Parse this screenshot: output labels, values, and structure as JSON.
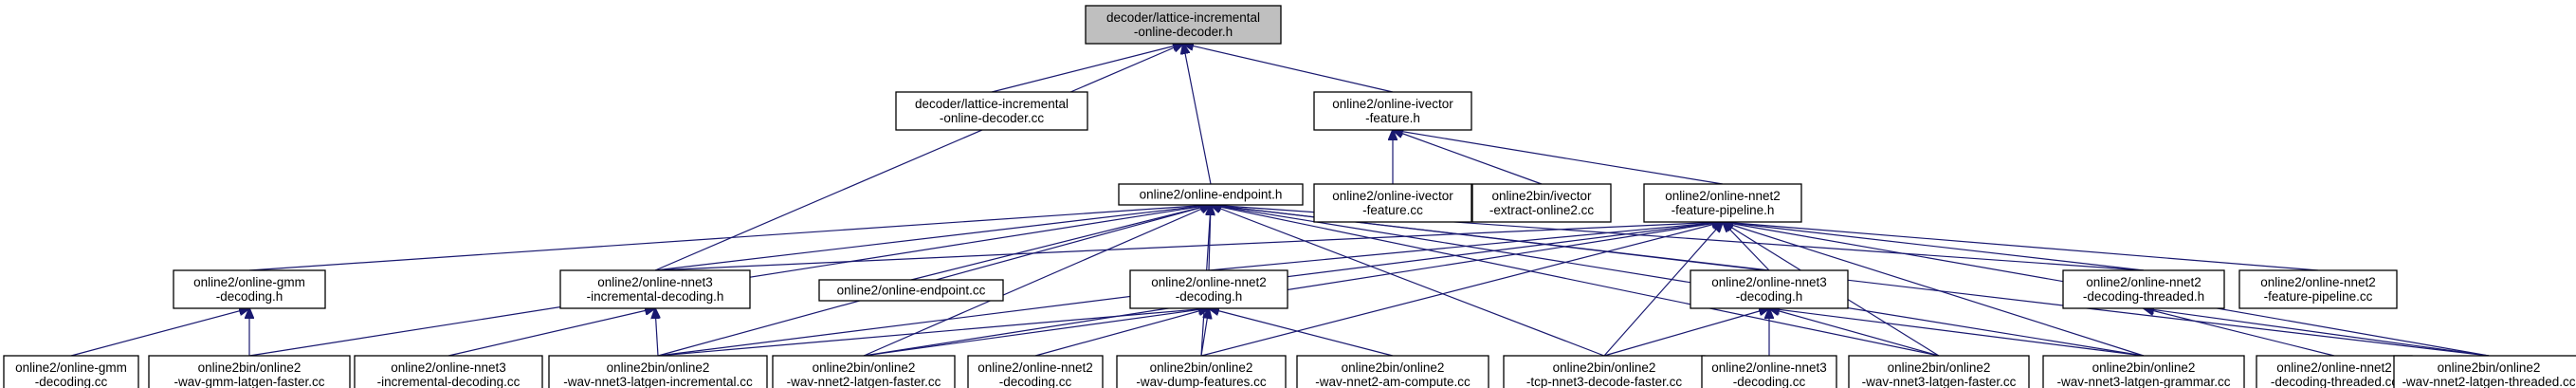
{
  "diagram": {
    "edge_color": "#191970",
    "root_fill": "#bfbfbf",
    "nodes": [
      {
        "id": "root",
        "lines": [
          "decoder/lattice-incremental",
          "-online-decoder.h"
        ],
        "root": true
      },
      {
        "id": "n_lat_cc",
        "lines": [
          "decoder/lattice-incremental",
          "-online-decoder.cc"
        ]
      },
      {
        "id": "n_ivec_h",
        "lines": [
          "online2/online-ivector",
          "-feature.h"
        ]
      },
      {
        "id": "n_endpoint_h",
        "lines": [
          "online2/online-endpoint.h"
        ]
      },
      {
        "id": "n_ivec_cc",
        "lines": [
          "online2/online-ivector",
          "-feature.cc"
        ]
      },
      {
        "id": "n_ivec_extract",
        "lines": [
          "online2bin/ivector",
          "-extract-online2.cc"
        ]
      },
      {
        "id": "n_featpipe_h",
        "lines": [
          "online2/online-nnet2",
          "-feature-pipeline.h"
        ]
      },
      {
        "id": "n_gmm_h",
        "lines": [
          "online2/online-gmm",
          "-decoding.h"
        ]
      },
      {
        "id": "n_nnet3inc_h",
        "lines": [
          "online2/online-nnet3",
          "-incremental-decoding.h"
        ]
      },
      {
        "id": "n_endpoint_cc",
        "lines": [
          "online2/online-endpoint.cc"
        ]
      },
      {
        "id": "n_nnet2dec_h",
        "lines": [
          "online2/online-nnet2",
          "-decoding.h"
        ]
      },
      {
        "id": "n_nnet3dec_h",
        "lines": [
          "online2/online-nnet3",
          "-decoding.h"
        ]
      },
      {
        "id": "n_nnet2thr_h",
        "lines": [
          "online2/online-nnet2",
          "-decoding-threaded.h"
        ]
      },
      {
        "id": "n_featpipe_cc",
        "lines": [
          "online2/online-nnet2",
          "-feature-pipeline.cc"
        ]
      },
      {
        "id": "n_gmm_cc",
        "lines": [
          "online2/online-gmm",
          "-decoding.cc"
        ]
      },
      {
        "id": "n_gmm_faster",
        "lines": [
          "online2bin/online2",
          "-wav-gmm-latgen-faster.cc"
        ]
      },
      {
        "id": "n_nnet3inc_cc",
        "lines": [
          "online2/online-nnet3",
          "-incremental-decoding.cc"
        ]
      },
      {
        "id": "n_nnet3_latinc",
        "lines": [
          "online2bin/online2",
          "-wav-nnet3-latgen-incremental.cc"
        ]
      },
      {
        "id": "n_nnet2_faster",
        "lines": [
          "online2bin/online2",
          "-wav-nnet2-latgen-faster.cc"
        ]
      },
      {
        "id": "n_nnet2dec_cc",
        "lines": [
          "online2/online-nnet2",
          "-decoding.cc"
        ]
      },
      {
        "id": "n_dumpfeat",
        "lines": [
          "online2bin/online2",
          "-wav-dump-features.cc"
        ]
      },
      {
        "id": "n_amcompute",
        "lines": [
          "online2bin/online2",
          "-wav-nnet2-am-compute.cc"
        ]
      },
      {
        "id": "n_tcp",
        "lines": [
          "online2bin/online2",
          "-tcp-nnet3-decode-faster.cc"
        ]
      },
      {
        "id": "n_nnet3dec_cc",
        "lines": [
          "online2/online-nnet3",
          "-decoding.cc"
        ]
      },
      {
        "id": "n_nnet3_faster",
        "lines": [
          "online2bin/online2",
          "-wav-nnet3-latgen-faster.cc"
        ]
      },
      {
        "id": "n_grammar",
        "lines": [
          "online2bin/online2",
          "-wav-nnet3-latgen-grammar.cc"
        ]
      },
      {
        "id": "n_nnet2thr_cc",
        "lines": [
          "online2/online-nnet2",
          "-decoding-threaded.cc"
        ]
      },
      {
        "id": "n_nnet2_threaded",
        "lines": [
          "online2bin/online2",
          "-wav-nnet2-latgen-threaded.cc"
        ]
      }
    ],
    "edges": [
      [
        "n_lat_cc",
        "root"
      ],
      [
        "n_ivec_h",
        "root"
      ],
      [
        "n_endpoint_h",
        "root"
      ],
      [
        "n_nnet3inc_h",
        "root"
      ],
      [
        "n_ivec_cc",
        "n_ivec_h"
      ],
      [
        "n_ivec_extract",
        "n_ivec_h"
      ],
      [
        "n_featpipe_h",
        "n_ivec_h"
      ],
      [
        "n_gmm_h",
        "n_endpoint_h"
      ],
      [
        "n_nnet3inc_h",
        "n_endpoint_h"
      ],
      [
        "n_endpoint_cc",
        "n_endpoint_h"
      ],
      [
        "n_nnet2dec_h",
        "n_endpoint_h"
      ],
      [
        "n_nnet3dec_h",
        "n_endpoint_h"
      ],
      [
        "n_nnet2thr_h",
        "n_endpoint_h"
      ],
      [
        "n_gmm_faster",
        "n_endpoint_h"
      ],
      [
        "n_nnet3_latinc",
        "n_endpoint_h"
      ],
      [
        "n_nnet2_faster",
        "n_endpoint_h"
      ],
      [
        "n_dumpfeat",
        "n_endpoint_h"
      ],
      [
        "n_tcp",
        "n_endpoint_h"
      ],
      [
        "n_nnet3_faster",
        "n_endpoint_h"
      ],
      [
        "n_grammar",
        "n_endpoint_h"
      ],
      [
        "n_nnet2_threaded",
        "n_endpoint_h"
      ],
      [
        "n_nnet3inc_h",
        "n_featpipe_h"
      ],
      [
        "n_nnet2dec_h",
        "n_featpipe_h"
      ],
      [
        "n_nnet3dec_h",
        "n_featpipe_h"
      ],
      [
        "n_nnet2thr_h",
        "n_featpipe_h"
      ],
      [
        "n_featpipe_cc",
        "n_featpipe_h"
      ],
      [
        "n_nnet3_latinc",
        "n_featpipe_h"
      ],
      [
        "n_nnet2_faster",
        "n_featpipe_h"
      ],
      [
        "n_dumpfeat",
        "n_featpipe_h"
      ],
      [
        "n_tcp",
        "n_featpipe_h"
      ],
      [
        "n_nnet3_faster",
        "n_featpipe_h"
      ],
      [
        "n_grammar",
        "n_featpipe_h"
      ],
      [
        "n_nnet2_threaded",
        "n_featpipe_h"
      ],
      [
        "n_gmm_cc",
        "n_gmm_h"
      ],
      [
        "n_gmm_faster",
        "n_gmm_h"
      ],
      [
        "n_nnet3inc_cc",
        "n_nnet3inc_h"
      ],
      [
        "n_nnet3_latinc",
        "n_nnet3inc_h"
      ],
      [
        "n_nnet2_faster",
        "n_nnet2dec_h"
      ],
      [
        "n_nnet2dec_cc",
        "n_nnet2dec_h"
      ],
      [
        "n_dumpfeat",
        "n_nnet2dec_h"
      ],
      [
        "n_amcompute",
        "n_nnet2dec_h"
      ],
      [
        "n_nnet3_latinc",
        "n_nnet2dec_h"
      ],
      [
        "n_tcp",
        "n_nnet3dec_h"
      ],
      [
        "n_nnet3dec_cc",
        "n_nnet3dec_h"
      ],
      [
        "n_nnet3_faster",
        "n_nnet3dec_h"
      ],
      [
        "n_grammar",
        "n_nnet3dec_h"
      ],
      [
        "n_nnet2thr_cc",
        "n_nnet2thr_h"
      ],
      [
        "n_nnet2_threaded",
        "n_nnet2thr_h"
      ]
    ]
  }
}
